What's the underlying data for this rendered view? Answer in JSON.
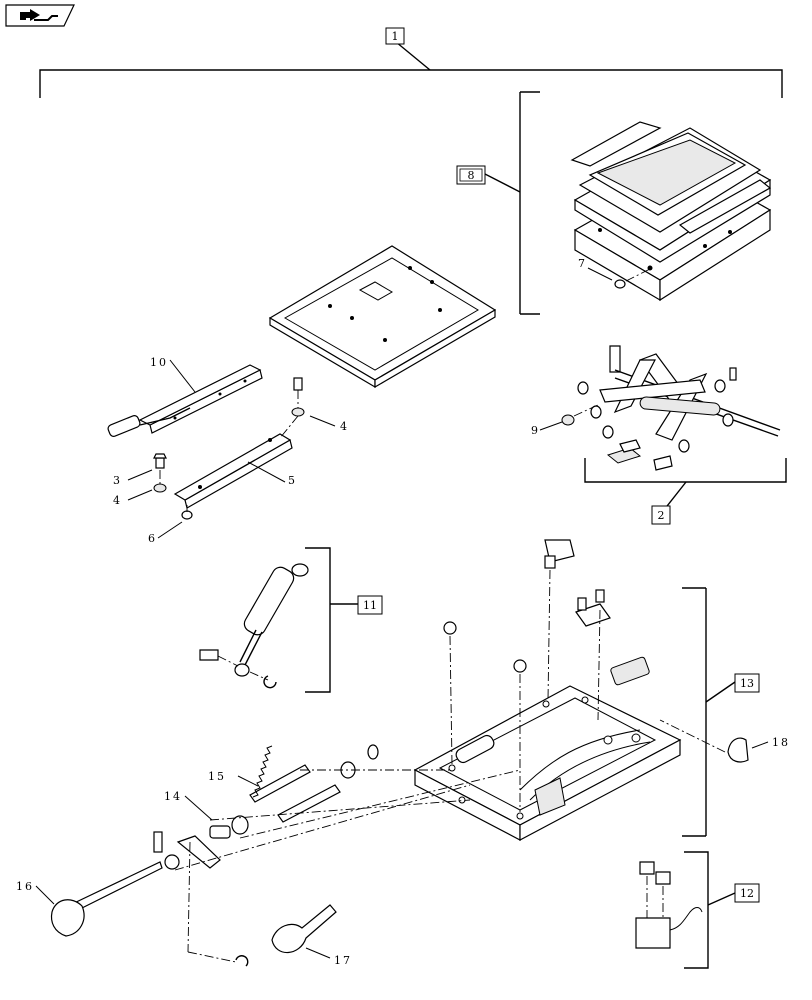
{
  "nav_icon": "folder-arrow-icon",
  "callouts_boxed": {
    "c1": "1",
    "c2": "2",
    "c8": "8",
    "c11": "11",
    "c12": "12",
    "c13": "13"
  },
  "callouts_plain": {
    "c3": "3",
    "c4a": "4",
    "c4b": "4",
    "c5": "5",
    "c6": "6",
    "c7": "7",
    "c9": "9",
    "c10": "10",
    "c14": "14",
    "c15": "15",
    "c16": "16",
    "c17": "17",
    "c18": "18"
  }
}
